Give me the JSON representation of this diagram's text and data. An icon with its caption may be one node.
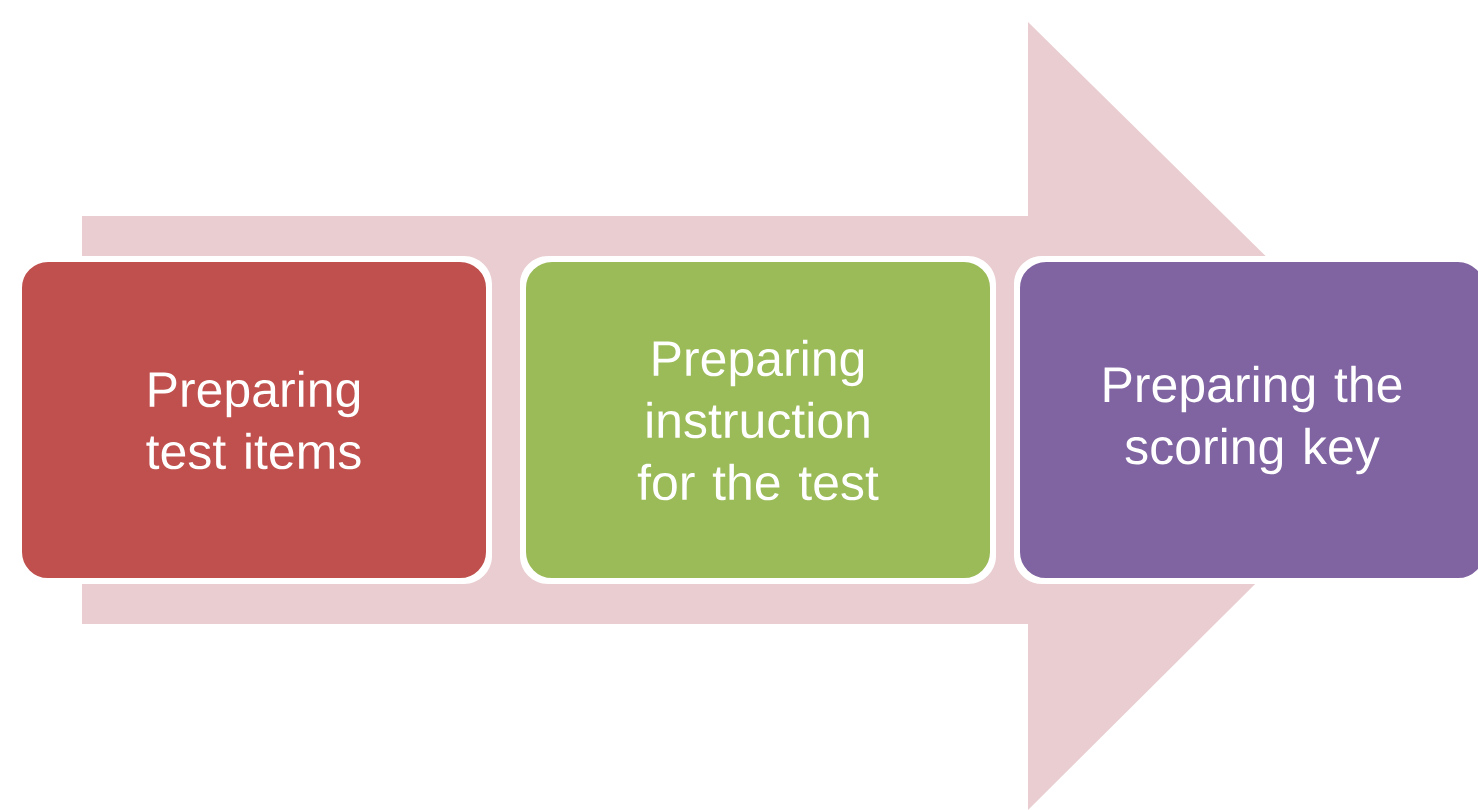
{
  "diagram": {
    "nodes": [
      {
        "text": [
          "Preparing test items"
        ]
      },
      {
        "text": [
          "Preparing instruction for the test"
        ]
      },
      {
        "text": [
          "Preparing the scoring key"
        ]
      }
    ],
    "edges": [
      {
        "from": 0,
        "to": 2,
        "arrow": "to"
      }
    ]
  }
}
